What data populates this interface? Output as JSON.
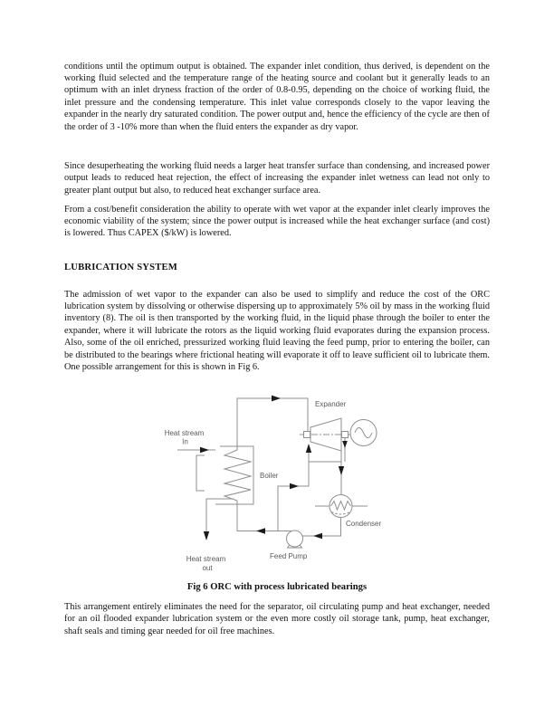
{
  "page": {
    "paragraphs": {
      "p1": "conditions until the optimum output is obtained. The expander inlet condition, thus derived, is dependent on the working fluid selected and the temperature range of the heating source and coolant but it generally leads to an optimum with an inlet dryness fraction of the order of 0.8-0.95, depending on the choice of working fluid, the inlet pressure and the condensing temperature. This inlet value corresponds closely to the vapor leaving the expander in the nearly dry saturated condition. The power output and, hence the efficiency of the cycle are then of the order of 3 -10% more than when the fluid enters the expander as dry vapor.",
      "p2": "Since desuperheating the working fluid needs a larger heat transfer surface than condensing, and increased power output leads to reduced heat rejection, the effect of increasing the expander inlet wetness can lead not only to greater plant output but also, to reduced heat exchanger surface area.",
      "p3": "From a cost/benefit consideration the ability to operate with wet vapor at the expander inlet clearly improves the economic viability of the system; since the power output is increased while the heat exchanger surface (and cost) is lowered. Thus CAPEX ($/kW) is lowered.",
      "heading": "LUBRICATION SYSTEM",
      "p4": "The admission of wet vapor to the expander can also be used to simplify and reduce the cost of the ORC lubrication system by dissolving or otherwise dispersing up to approximately 5% oil by mass in the working fluid inventory (8). The oil is then transported by the working fluid, in the liquid phase through the boiler to enter the expander, where it will lubricate the rotors as the liquid working fluid evaporates during the expansion process. Also, some of the oil enriched, pressurized working fluid leaving the feed pump, prior to entering the boiler, can be distributed to the bearings where frictional heating will evaporate it off to leave sufficient oil to lubricate them. One possible arrangement for this is shown in Fig 6.",
      "caption": "Fig 6 ORC with process lubricated bearings",
      "p5": "This arrangement entirely eliminates the need for the separator, oil circulating pump and heat exchanger, needed for an oil flooded expander lubrication system or the even more costly oil storage tank, pump, heat exchanger, shaft seals and timing gear needed for oil free machines."
    },
    "figure": {
      "labels": {
        "expander": "Expander",
        "boiler": "Boiler",
        "condenser": "Condenser",
        "feed_pump": "Feed Pump",
        "heat_in_1": "Heat stream",
        "heat_in_2": "In",
        "heat_out_1": "Heat stream",
        "heat_out_2": "out"
      }
    },
    "colors": {
      "line": "#8f8f8f",
      "label": "#5a5a5a",
      "arrow": "#1a1a1a",
      "text": "#141414",
      "background": "#ffffff"
    }
  }
}
